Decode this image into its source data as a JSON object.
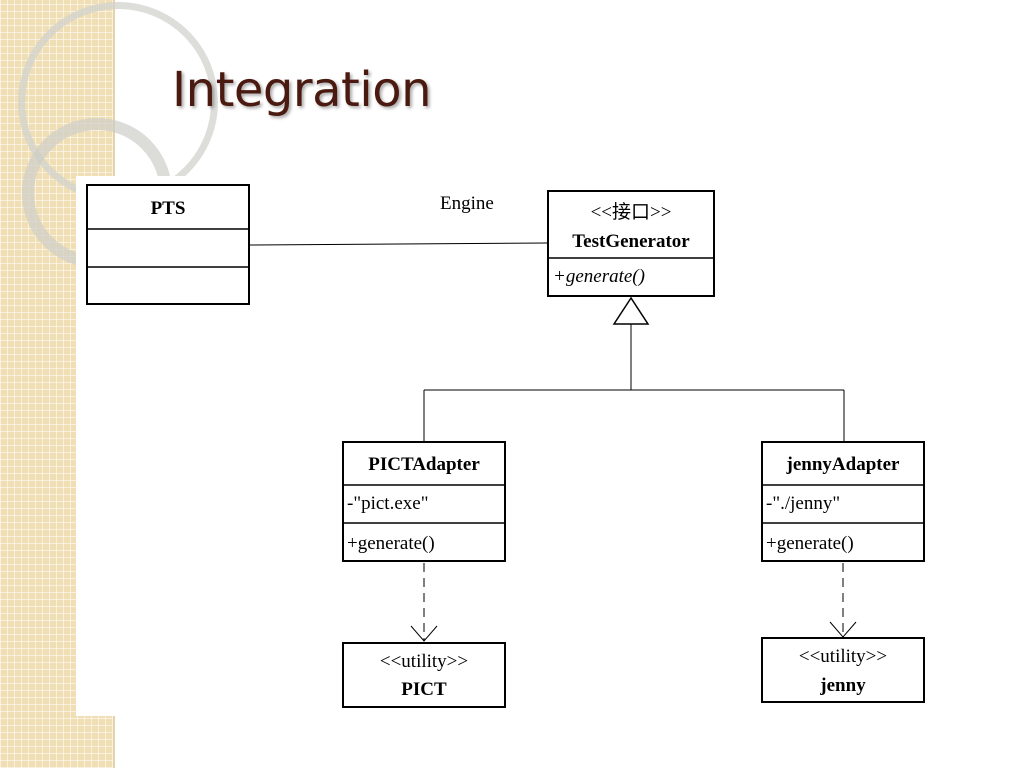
{
  "slide": {
    "title": "Integration"
  },
  "diagram": {
    "association_label": "Engine",
    "classes": {
      "pts": {
        "name": "PTS"
      },
      "test_generator": {
        "stereotype": "<<接口>>",
        "name": "TestGenerator",
        "operation": "+generate()"
      },
      "pict_adapter": {
        "name": "PICTAdapter",
        "attribute": "-\"pict.exe\"",
        "operation": "+generate()"
      },
      "jenny_adapter": {
        "name": "jennyAdapter",
        "attribute": "-\"./jenny\"",
        "operation": "+generate()"
      },
      "pict": {
        "stereotype": "<<utility>>",
        "name": "PICT"
      },
      "jenny": {
        "stereotype": "<<utility>>",
        "name": "jenny"
      }
    }
  }
}
